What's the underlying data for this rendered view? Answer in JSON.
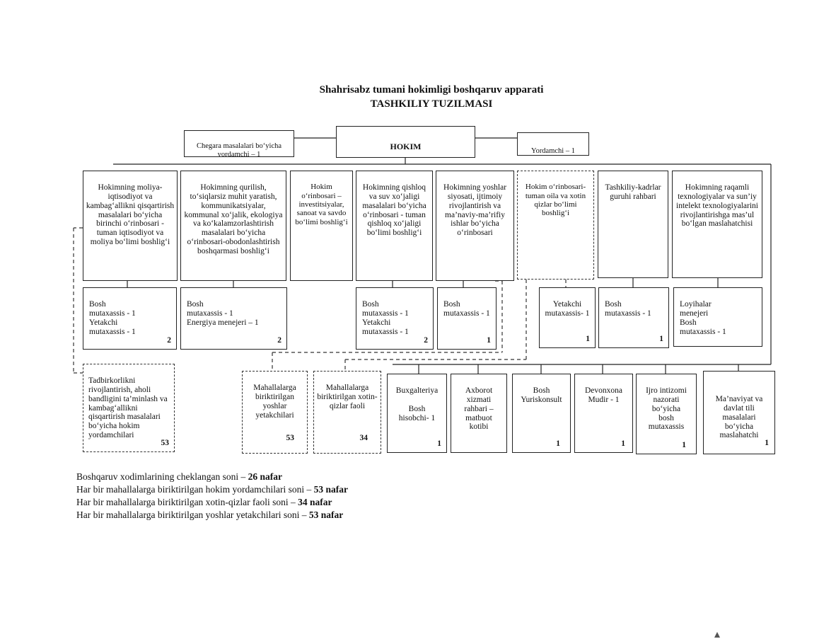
{
  "title": {
    "line1": "Shahrisabz tumani hokimligi boshqaruv apparati",
    "line2": "TASHKILIY TUZILMASI"
  },
  "top": {
    "hokim": "HOKIM",
    "chegara": "Chegara masalalari bo‘yicha yordamchi – 1",
    "yordamchi": "Yordamchi – 1"
  },
  "level1": [
    "Hokimning moliya-iqtisodiyot va kambag‘allikni qisqartirish masalalari bo‘yicha birinchi o‘rinbosari - tuman iqtisodiyot va moliya bo‘limi boshlig‘i",
    "Hokimning qurilish, to‘siqlarsiz muhit yaratish, kommunikatsiyalar, kommunal xo‘jalik, ekologiya va ko‘kalamzorlashtirish masalalari bo‘yicha o‘rinbosari-obodonlashtirish boshqarmasi boshlig‘i",
    "Hokim o‘rinbosari – investitsiyalar, sanoat va savdo bo‘limi boshlig‘i",
    "Hokimning qishloq va suv xo‘jaligi masalalari bo‘yicha o‘rinbosari - tuman qishloq xo‘jaligi bo‘limi boshlig‘i",
    "Hokimning yoshlar siyosati, ijtimoiy rivojlantirish va ma’naviy-ma’rifiy ishlar bo‘yicha o‘rinbosari",
    "Hokim o‘rinbosari-tuman oila va xotin qizlar bo‘limi boshlig‘i",
    "Tashkiliy-kadrlar guruhi rahbari",
    "Hokimning raqamli texnologiyalar va sun’iy intelekt texnologiyalarini rivojlantirishga mas’ul bo‘lgan maslahatchisi"
  ],
  "level2": [
    {
      "text": "Bosh\nmutaxassis  - 1\nYetakchi\nmutaxassis - 1",
      "count": "2"
    },
    {
      "text": "Bosh\nmutaxassis - 1\nEnergiya menejeri – 1",
      "count": "2"
    },
    {
      "text": "Bosh\nmutaxassis  - 1\nYetakchi\nmutaxassis - 1",
      "count": "2"
    },
    {
      "text": "Bosh\nmutaxassis - 1",
      "count": "1"
    },
    {
      "text": "Yetakchi\nmutaxassis- 1",
      "count": "1"
    },
    {
      "text": "Bosh\nmutaxassis  - 1",
      "count": "1"
    },
    {
      "text": "Loyihalar\nmenejeri\nBosh\nmutaxassis  - 1",
      "count": ""
    }
  ],
  "level3": [
    {
      "text": "Tadbirkorlikni rivojlantirish, aholi bandligini ta’minlash va kambag‘allikni qisqartirish masalalari bo‘yicha hokim yordamchilari",
      "count": "53"
    },
    {
      "text": "Mahallalarga biriktirilgan yoshlar yetakchilari",
      "count": "53"
    },
    {
      "text": "Mahallalarga biriktirilgan xotin-qizlar faoli",
      "count": "34"
    },
    {
      "text": "Buxgalteriya\n\nBosh\nhisobchi- 1",
      "count": "1"
    },
    {
      "text": "Axborot\nxizmati\nrahbari –\nmatbuot\nkotibi",
      "count": ""
    },
    {
      "text": "Bosh\nYuriskonsult",
      "count": "1"
    },
    {
      "text": "Devonxona\nMudir - 1",
      "count": "1"
    },
    {
      "text": "Ijro intizomi\nnazorati\nbo‘yicha\nbosh\nmutaxassis",
      "count": "1"
    },
    {
      "text": "Ma’naviyat va\ndavlat tili\nmasalalari\nbo‘yicha\nmaslahatchi",
      "count": "1"
    }
  ],
  "notes": [
    {
      "text": "Boshqaruv xodimlarining cheklangan soni – ",
      "bold": "26 nafar"
    },
    {
      "text": "Har bir mahallalarga biriktirilgan hokim yordamchilari soni – ",
      "bold": "53 nafar"
    },
    {
      "text": "Har bir mahallalarga biriktirilgan xotin-qizlar faoli soni – ",
      "bold": "34 nafar"
    },
    {
      "text": "Har bir mahallalarga biriktirilgan yoshlar yetakchilari soni – ",
      "bold": "53 nafar"
    }
  ]
}
